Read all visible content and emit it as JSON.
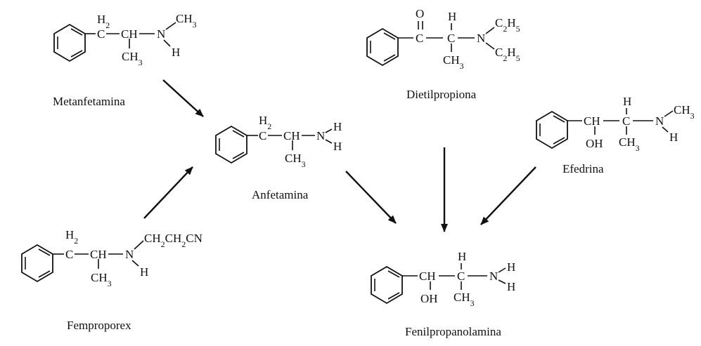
{
  "molecules": {
    "metanfetamina": {
      "name": "Metanfetamina",
      "h2": "H2",
      "c": "C",
      "ch": "CH",
      "n": "N",
      "ch3_top": "CH3",
      "h": "H",
      "ch3": "CH3"
    },
    "anfetamina": {
      "name": "Anfetamina",
      "h2": "H2",
      "c": "C",
      "ch": "CH",
      "n": "N",
      "h_top": "H",
      "h_bottom": "H",
      "ch3": "CH3"
    },
    "femproporex": {
      "name": "Femproporex",
      "h2": "H2",
      "c": "C",
      "ch": "CH",
      "n": "N",
      "h": "H",
      "chain": "CH2CH2CN",
      "ch3": "CH3"
    },
    "dietilpropiona": {
      "name": "Dietilpropiona",
      "o": "O",
      "c1": "C",
      "h": "H",
      "c2": "C",
      "n": "N",
      "et_top": "C2H5",
      "et_bottom": "C2H5",
      "ch3": "CH3"
    },
    "efedrina": {
      "name": "Efedrina",
      "ch": "CH",
      "oh": "OH",
      "h": "H",
      "c": "C",
      "n": "N",
      "ch3_top": "CH3",
      "h_n": "H",
      "ch3": "CH3"
    },
    "fenilpropanolamina": {
      "name": "Fenilpropanolamina",
      "ch": "CH",
      "oh": "OH",
      "h": "H",
      "c": "C",
      "n": "N",
      "h_top": "H",
      "h_bottom": "H",
      "ch3": "CH3"
    }
  }
}
